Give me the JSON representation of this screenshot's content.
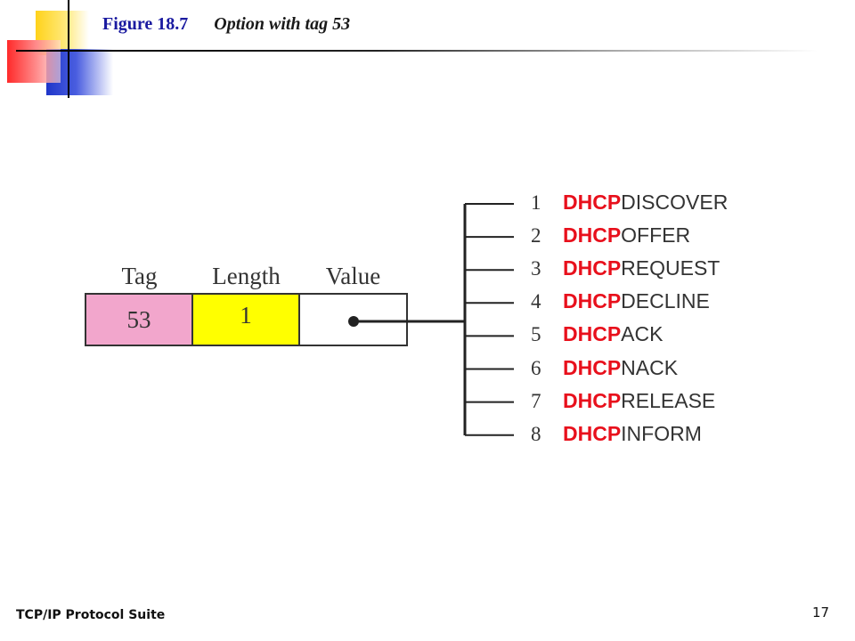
{
  "header": {
    "figure_number": "Figure 18.7",
    "caption": "Option with tag 53"
  },
  "option": {
    "tag_label": "Tag",
    "length_label": "Length",
    "value_label": "Value",
    "tag_value": "53",
    "length_value": "1"
  },
  "messages": [
    {
      "num": "1",
      "prefix": "DHCP",
      "suffix": "DISCOVER"
    },
    {
      "num": "2",
      "prefix": "DHCP",
      "suffix": "OFFER"
    },
    {
      "num": "3",
      "prefix": "DHCP",
      "suffix": "REQUEST"
    },
    {
      "num": "4",
      "prefix": "DHCP",
      "suffix": "DECLINE"
    },
    {
      "num": "5",
      "prefix": "DHCP",
      "suffix": "ACK"
    },
    {
      "num": "6",
      "prefix": "DHCP",
      "suffix": "NACK"
    },
    {
      "num": "7",
      "prefix": "DHCP",
      "suffix": "RELEASE"
    },
    {
      "num": "8",
      "prefix": "DHCP",
      "suffix": "INFORM"
    }
  ],
  "colors": {
    "tag_fill": "#f2a6cc",
    "length_fill": "#ffff00",
    "prefix_color": "#e8101c",
    "title_color": "#1a1aa0"
  },
  "footer": {
    "course": "TCP/IP Protocol Suite",
    "page_number": "17"
  }
}
